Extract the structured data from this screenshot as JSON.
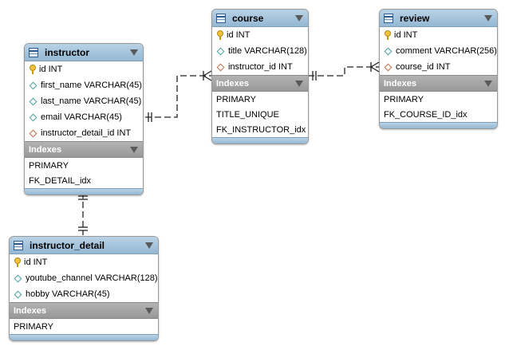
{
  "tables": {
    "instructor": {
      "name": "instructor",
      "columns": [
        {
          "label": "id INT",
          "kind": "pk"
        },
        {
          "label": "first_name VARCHAR(45)",
          "kind": "col"
        },
        {
          "label": "last_name VARCHAR(45)",
          "kind": "col"
        },
        {
          "label": "email VARCHAR(45)",
          "kind": "col"
        },
        {
          "label": "instructor_detail_id INT",
          "kind": "fk"
        }
      ],
      "indexes_label": "Indexes",
      "indexes": [
        "PRIMARY",
        "FK_DETAIL_idx"
      ]
    },
    "course": {
      "name": "course",
      "columns": [
        {
          "label": "id INT",
          "kind": "pk"
        },
        {
          "label": "title VARCHAR(128)",
          "kind": "col"
        },
        {
          "label": "instructor_id INT",
          "kind": "fk"
        }
      ],
      "indexes_label": "Indexes",
      "indexes": [
        "PRIMARY",
        "TITLE_UNIQUE",
        "FK_INSTRUCTOR_idx"
      ]
    },
    "review": {
      "name": "review",
      "columns": [
        {
          "label": "id INT",
          "kind": "pk"
        },
        {
          "label": "comment VARCHAR(256)",
          "kind": "col"
        },
        {
          "label": "course_id INT",
          "kind": "fk"
        }
      ],
      "indexes_label": "Indexes",
      "indexes": [
        "PRIMARY",
        "FK_COURSE_ID_idx"
      ]
    },
    "instructor_detail": {
      "name": "instructor_detail",
      "columns": [
        {
          "label": "id INT",
          "kind": "pk"
        },
        {
          "label": "youtube_channel VARCHAR(128)",
          "kind": "col"
        },
        {
          "label": "hobby VARCHAR(45)",
          "kind": "col"
        }
      ],
      "indexes_label": "Indexes",
      "indexes": [
        "PRIMARY"
      ]
    }
  },
  "icons": {
    "table": "table-icon",
    "primary_key": "key-icon",
    "column": "diamond-icon",
    "foreign_key": "diamond-fk-icon",
    "collapse": "triangle-down-icon"
  },
  "colors": {
    "header": "#a8c6dd",
    "indexes_header": "#a6a6a6",
    "link": "#222222"
  }
}
